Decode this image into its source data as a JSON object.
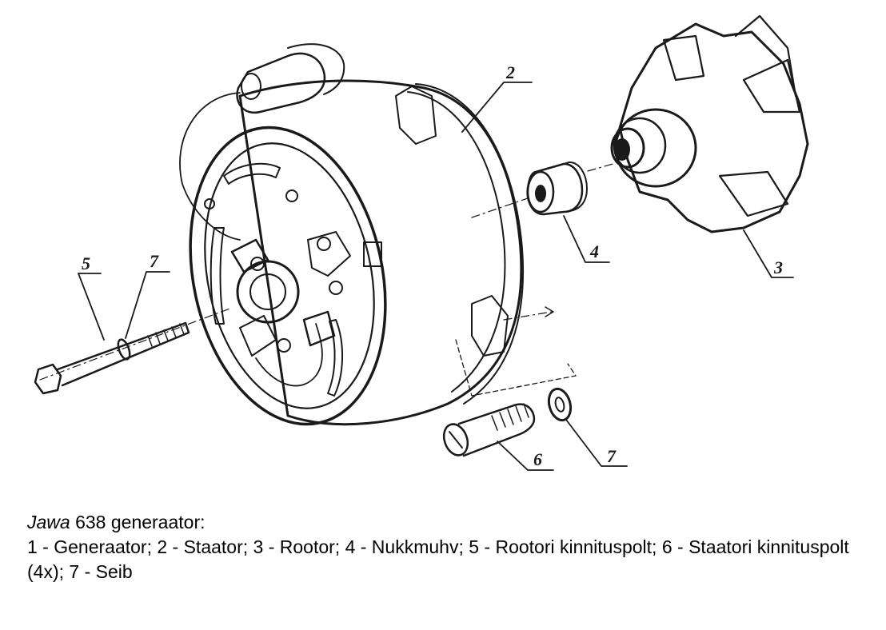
{
  "caption": {
    "brand": "Jawa",
    "title_rest": " 638 generaator:",
    "legend": "1 - Generaator; 2 - Staator; 3 - Rootor; 4 - Nukkmuhv; 5 - Rootori kinnituspolt; 6 - Staatori kinnituspolt (4x); 7 - Seib"
  },
  "callouts": {
    "stator": "2",
    "rotor": "3",
    "cam_sleeve": "4",
    "rotor_bolt": "5",
    "rotor_bolt_washer": "7",
    "stator_bolt": "6",
    "stator_bolt_washer": "7"
  }
}
